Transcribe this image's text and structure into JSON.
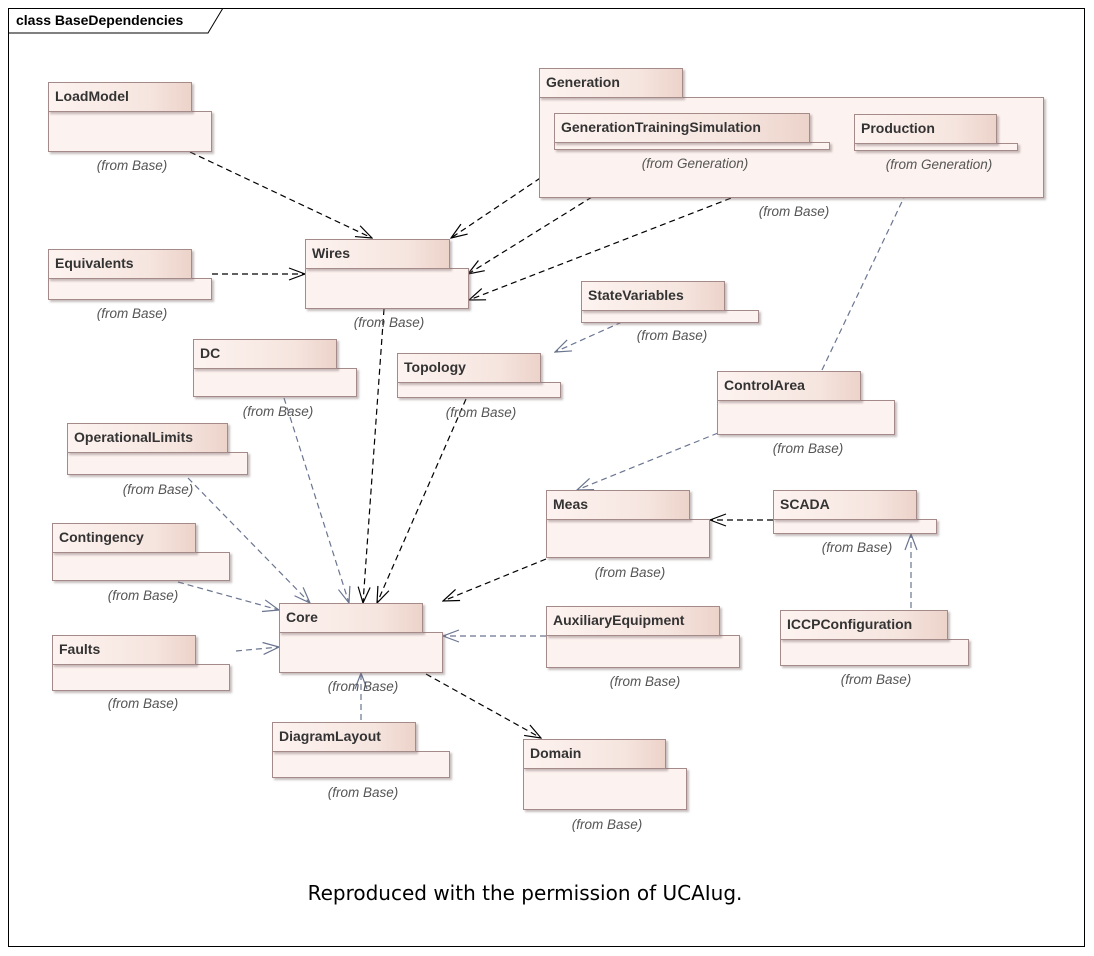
{
  "frame": {
    "title": "class BaseDependencies"
  },
  "packages": [
    {
      "id": "loadmodel",
      "name": "LoadModel",
      "from": "(from Base)"
    },
    {
      "id": "generation",
      "name": "Generation",
      "from": "(from Base)"
    },
    {
      "id": "gentraining",
      "name": "GenerationTrainingSimulation",
      "from": "(from Generation)"
    },
    {
      "id": "production",
      "name": "Production",
      "from": "(from Generation)"
    },
    {
      "id": "equivalents",
      "name": "Equivalents",
      "from": "(from Base)"
    },
    {
      "id": "wires",
      "name": "Wires",
      "from": "(from Base)"
    },
    {
      "id": "statevariables",
      "name": "StateVariables",
      "from": "(from Base)"
    },
    {
      "id": "dc",
      "name": "DC",
      "from": "(from Base)"
    },
    {
      "id": "topology",
      "name": "Topology",
      "from": "(from Base)"
    },
    {
      "id": "controlarea",
      "name": "ControlArea",
      "from": "(from Base)"
    },
    {
      "id": "operationallimits",
      "name": "OperationalLimits",
      "from": "(from Base)"
    },
    {
      "id": "meas",
      "name": "Meas",
      "from": "(from Base)"
    },
    {
      "id": "scada",
      "name": "SCADA",
      "from": "(from Base)"
    },
    {
      "id": "contingency",
      "name": "Contingency",
      "from": "(from Base)"
    },
    {
      "id": "core",
      "name": "Core",
      "from": "(from Base)"
    },
    {
      "id": "auxiliaryequipment",
      "name": "AuxiliaryEquipment",
      "from": "(from Base)"
    },
    {
      "id": "iccpconfiguration",
      "name": "ICCPConfiguration",
      "from": "(from Base)"
    },
    {
      "id": "faults",
      "name": "Faults",
      "from": "(from Base)"
    },
    {
      "id": "diagramlayout",
      "name": "DiagramLayout",
      "from": "(from Base)"
    },
    {
      "id": "domain",
      "name": "Domain",
      "from": "(from Base)"
    }
  ],
  "dependencies": [
    {
      "from": "LoadModel",
      "to": "Wires",
      "style": "dashed-black"
    },
    {
      "from": "GenerationTrainingSimulation",
      "to": "Wires",
      "style": "dashed-black"
    },
    {
      "from": "Generation",
      "to": "Wires",
      "style": "dashed-black"
    },
    {
      "from": "Production",
      "to": "Wires",
      "style": "dashed-black"
    },
    {
      "from": "Equivalents",
      "to": "Wires",
      "style": "dashed-black"
    },
    {
      "from": "Wires",
      "to": "Core",
      "style": "dashed-black"
    },
    {
      "from": "StateVariables",
      "to": "Topology",
      "style": "dashed-blue"
    },
    {
      "from": "Topology",
      "to": "Core",
      "style": "dashed-black"
    },
    {
      "from": "DC",
      "to": "Core",
      "style": "dashed-blue"
    },
    {
      "from": "ControlArea",
      "to": "Production",
      "style": "dashed-blue"
    },
    {
      "from": "ControlArea",
      "to": "Meas",
      "style": "dashed-blue"
    },
    {
      "from": "OperationalLimits",
      "to": "Core",
      "style": "dashed-blue"
    },
    {
      "from": "SCADA",
      "to": "Meas",
      "style": "dashed-black"
    },
    {
      "from": "Meas",
      "to": "Core",
      "style": "dashed-black"
    },
    {
      "from": "Contingency",
      "to": "Core",
      "style": "dashed-blue"
    },
    {
      "from": "AuxiliaryEquipment",
      "to": "Core",
      "style": "dashed-blue"
    },
    {
      "from": "ICCPConfiguration",
      "to": "SCADA",
      "style": "dashed-blue"
    },
    {
      "from": "Faults",
      "to": "Core",
      "style": "dashed-blue"
    },
    {
      "from": "DiagramLayout",
      "to": "Core",
      "style": "dashed-blue"
    },
    {
      "from": "Core",
      "to": "Domain",
      "style": "dashed-black"
    }
  ],
  "colors": {
    "black_dependency": "#000000",
    "blue_dependency": "#6a7590",
    "package_border": "#a58a8a"
  },
  "caption": "Reproduced with the permission of UCAIug."
}
